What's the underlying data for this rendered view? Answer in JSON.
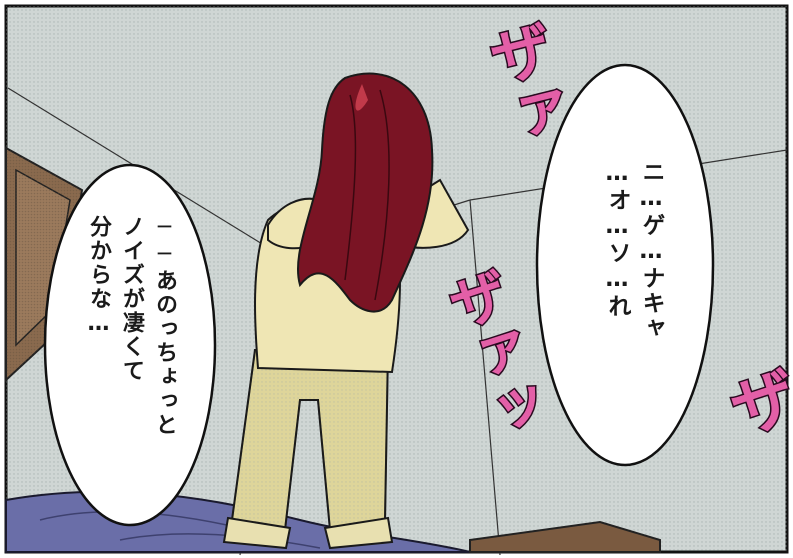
{
  "panel": {
    "speech_right": {
      "lines": [
        "ニ…ゲ…ナキャ",
        "…オ…ソ…れ"
      ]
    },
    "speech_left": {
      "lines": [
        "──あのっちょっと",
        "ノイズが凄くて",
        "分からな…"
      ]
    },
    "sfx": {
      "top": "ザァ",
      "middle": "ザァッ",
      "bottom": "ザ"
    }
  },
  "colors": {
    "sfx_pink": "#e35fa7",
    "hair": "#7a1424",
    "outfit": "#efe6b4",
    "wall": "#c9d1cf"
  }
}
